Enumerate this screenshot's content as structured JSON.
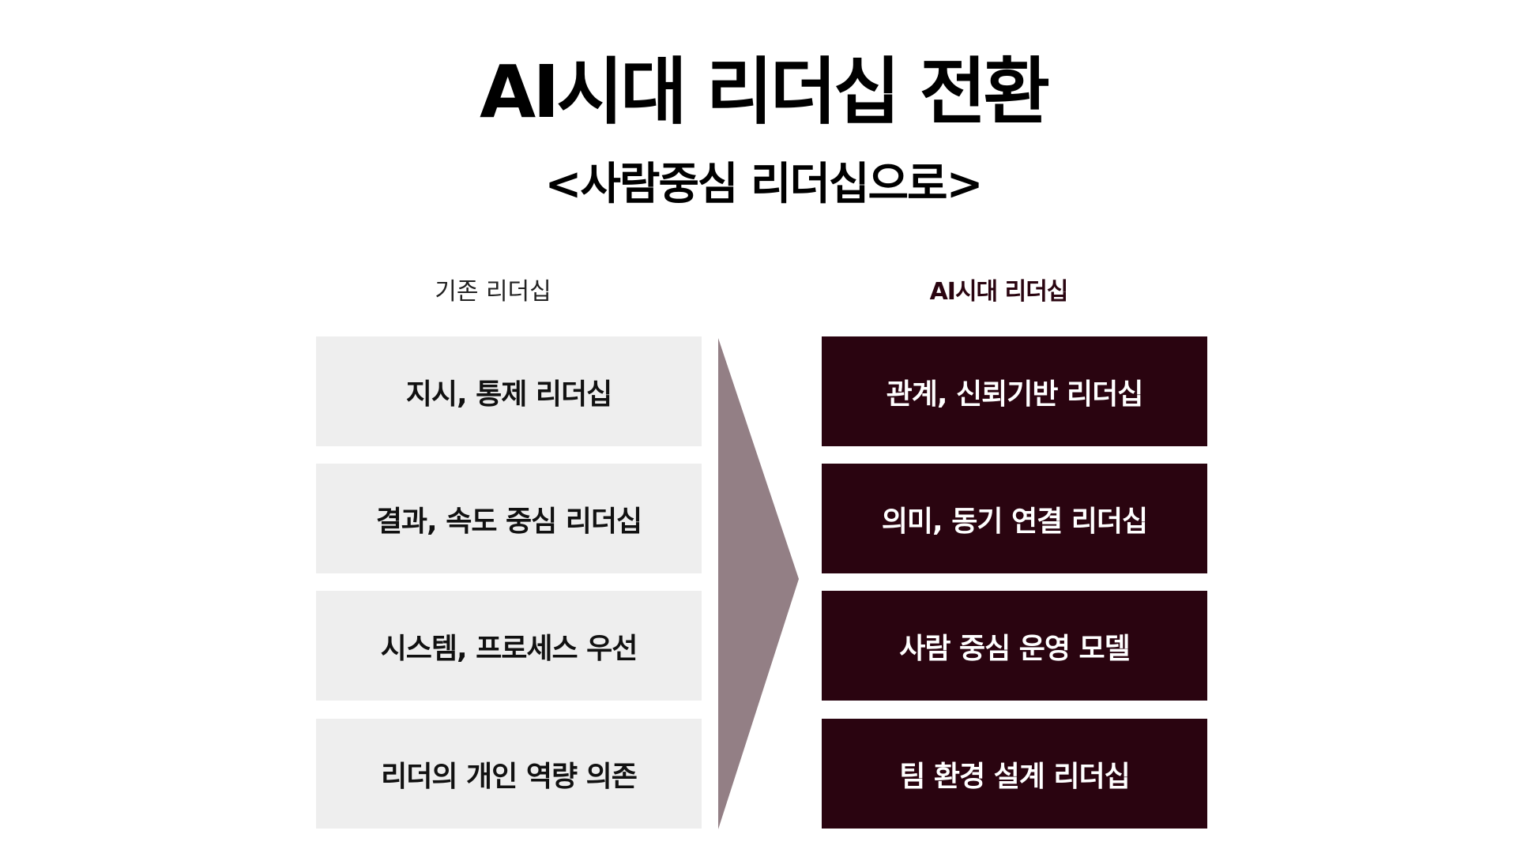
{
  "title": "AI시대 리더십 전환",
  "subtitle": "<사람중심 리더십으로>",
  "left": {
    "label": "기존 리더십",
    "items": [
      "지시, 통제 리더십",
      "결과, 속도 중심 리더십",
      "시스템, 프로세스 우선",
      "리더의 개인 역량 의존"
    ]
  },
  "right": {
    "label": "AI시대 리더십",
    "items": [
      "관계, 신뢰기반 리더십",
      "의미, 동기 연결 리더십",
      "사람 중심 운영 모델",
      "팀 환경 설계 리더십"
    ]
  },
  "colors": {
    "dark_box": "#2a0410",
    "light_box": "#eeeeee",
    "arrow": "#937f85"
  }
}
